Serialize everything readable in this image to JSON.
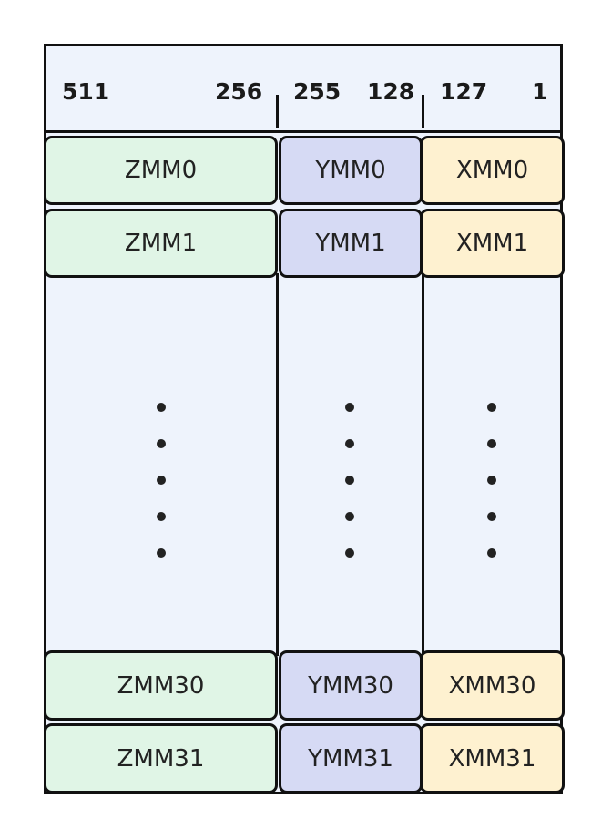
{
  "bit_labels": [
    "511",
    "256",
    "255",
    "128",
    "127",
    "1"
  ],
  "columns": [
    {
      "prefix": "ZMM",
      "color": "#e0f5e6"
    },
    {
      "prefix": "YMM",
      "color": "#d6daf4"
    },
    {
      "prefix": "XMM",
      "color": "#fef1d0"
    }
  ],
  "rows": {
    "top": [
      {
        "z": "ZMM0",
        "y": "YMM0",
        "x": "XMM0"
      },
      {
        "z": "ZMM1",
        "y": "YMM1",
        "x": "XMM1"
      }
    ],
    "bottom": [
      {
        "z": "ZMM30",
        "y": "YMM30",
        "x": "XMM30"
      },
      {
        "z": "ZMM31",
        "y": "YMM31",
        "x": "XMM31"
      }
    ]
  },
  "ellipsis_dot_count": 5
}
